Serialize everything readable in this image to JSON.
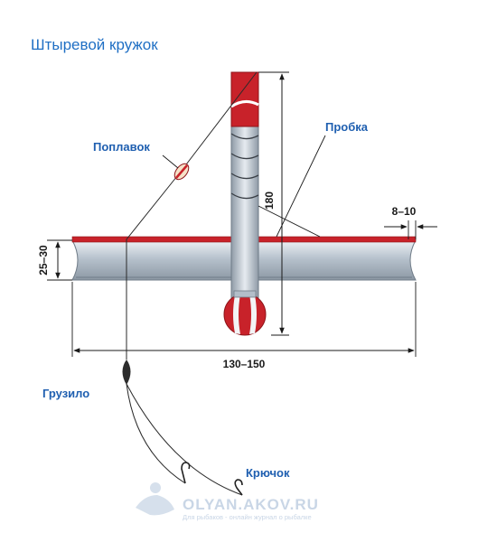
{
  "title": "Штыревой кружок",
  "labels": {
    "float": "Поплавок",
    "cork": "Пробка",
    "sinker": "Грузило",
    "hook": "Крючок"
  },
  "dimensions": {
    "height": "180",
    "rim": "8–10",
    "thickness": "25–30",
    "diameter": "130–150"
  },
  "watermark": {
    "site": "OLYAN.AKOV.RU",
    "tagline": "Для рыбаков - онлайн журнал о рыбалке"
  },
  "colors": {
    "accent_red": "#c8222a",
    "label_blue": "#1f5fb0",
    "body_blue": "#a8b4c0"
  }
}
